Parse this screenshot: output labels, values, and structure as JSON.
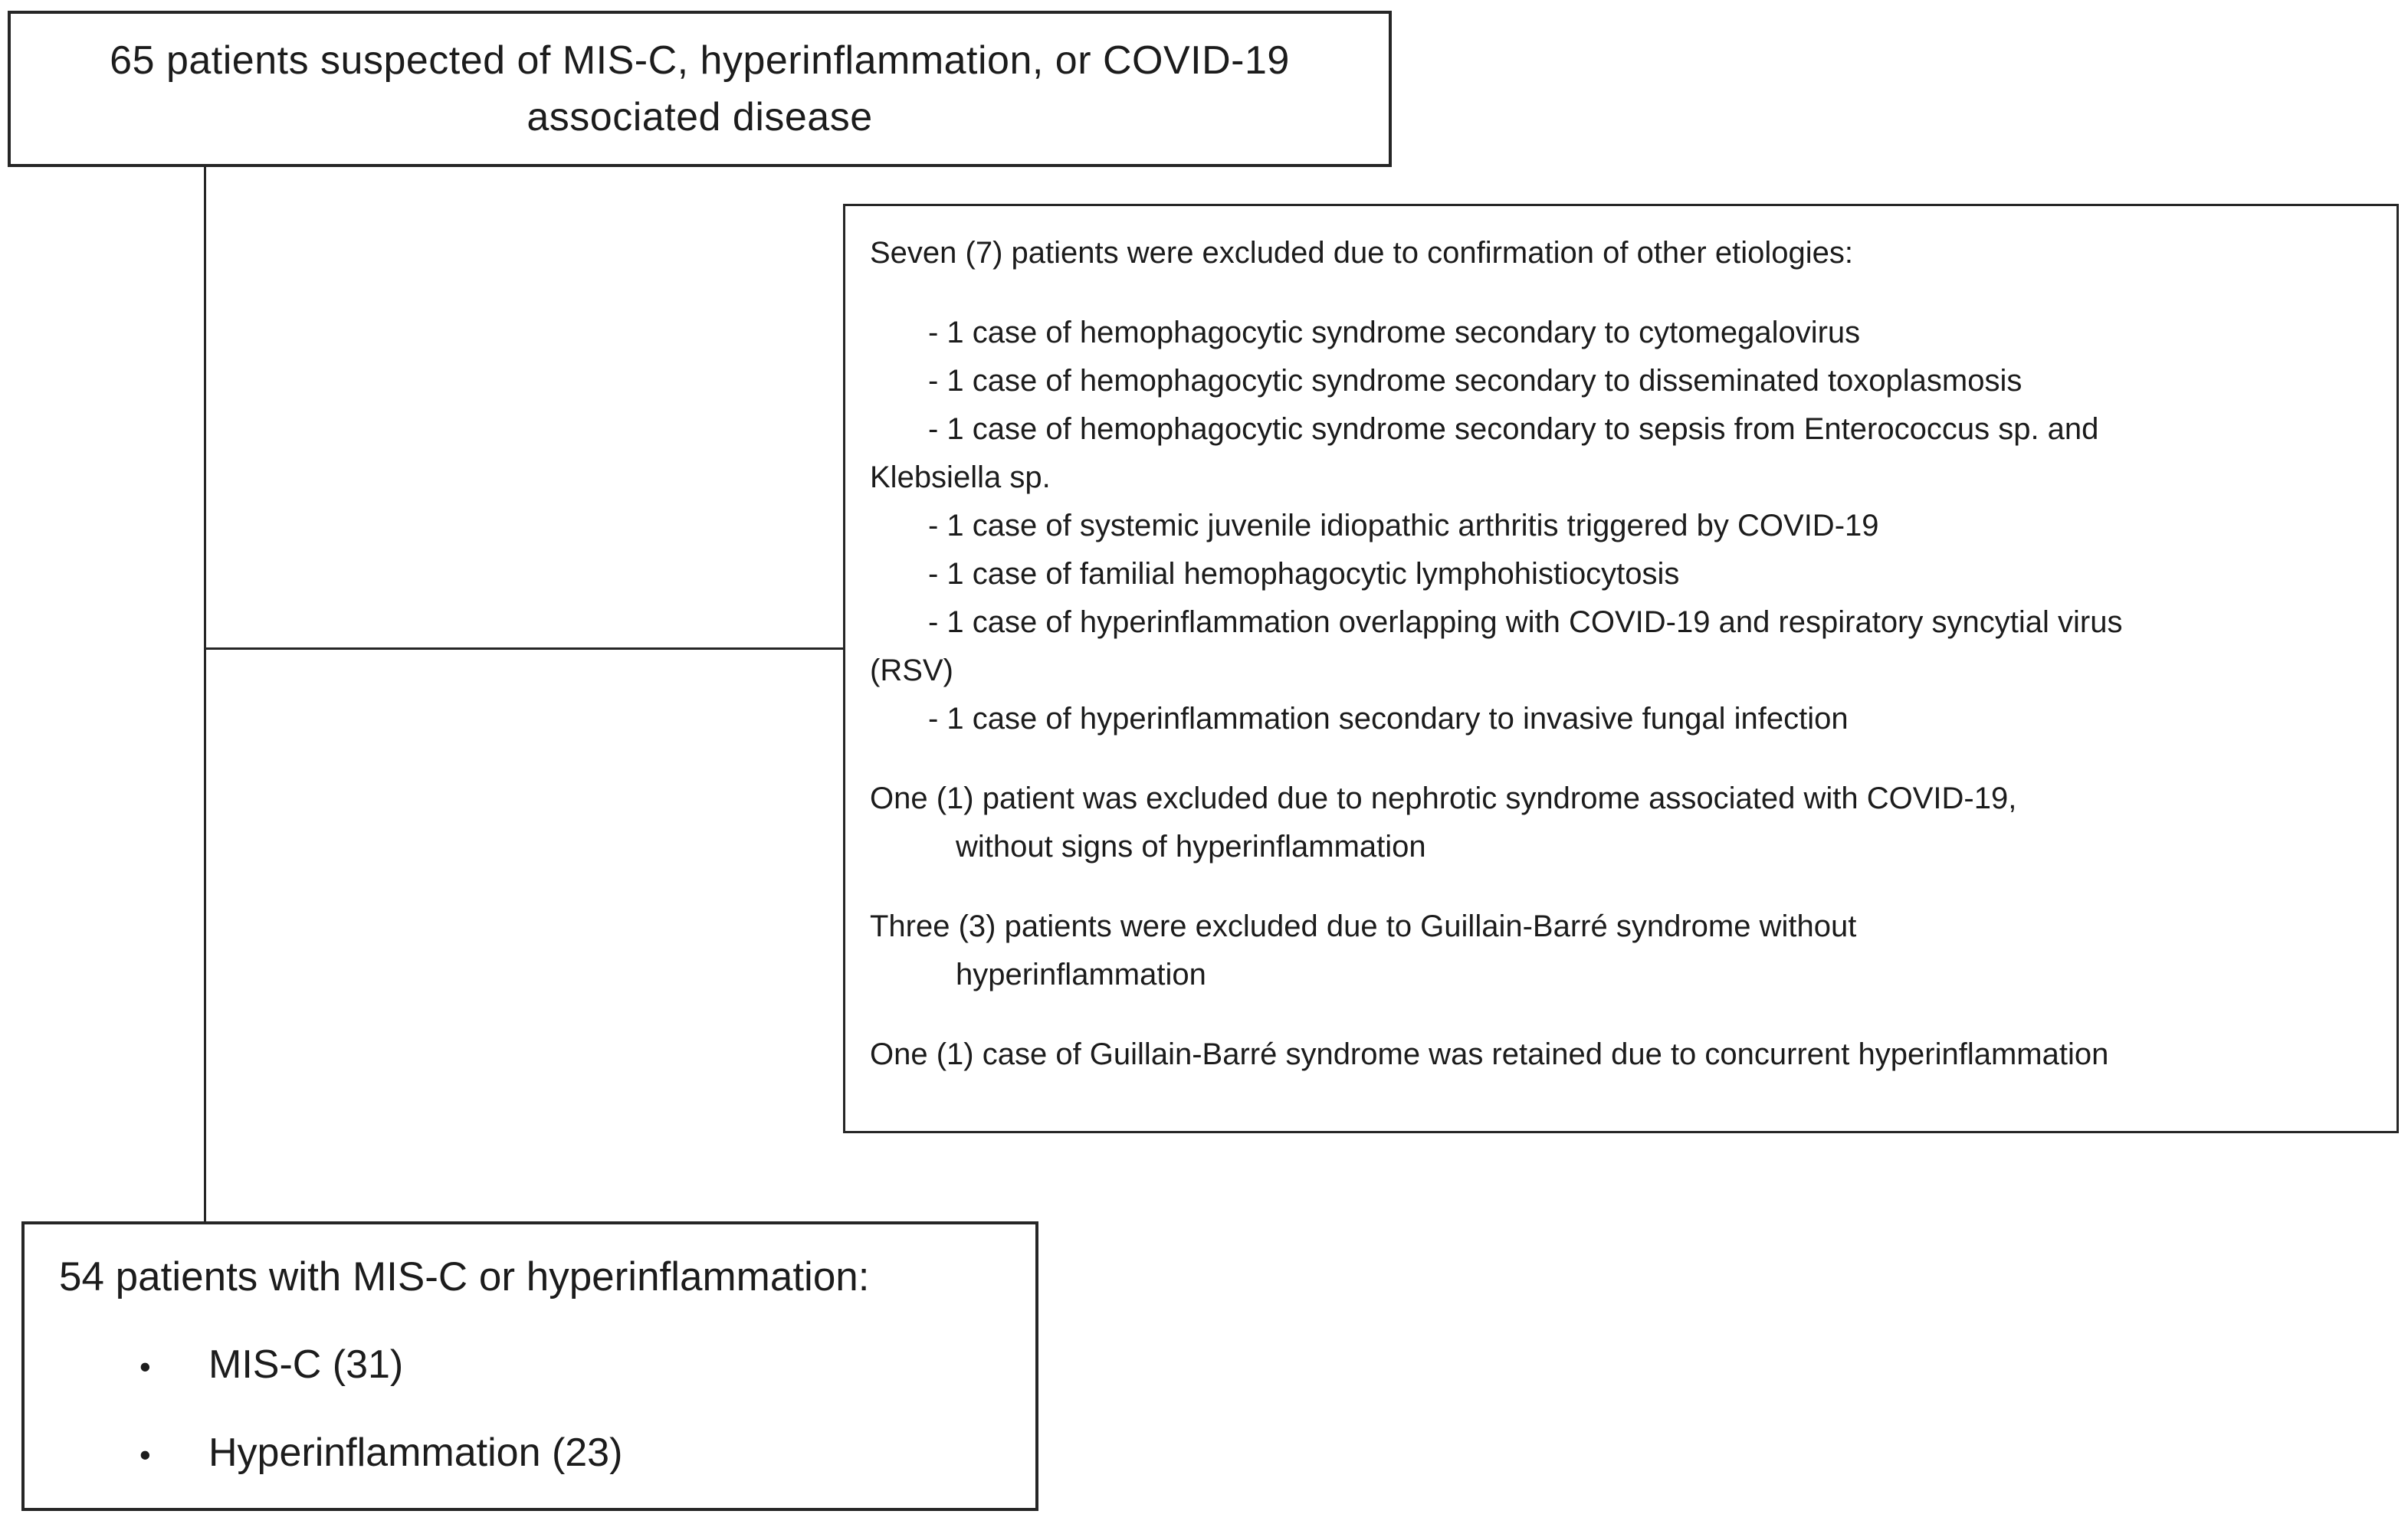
{
  "colors": {
    "text": "#1c1c1c",
    "border": "#262626",
    "background": "#ffffff"
  },
  "top_box": {
    "lines": [
      "65 patients suspected of MIS-C, hyperinflammation, or COVID-19",
      "associated disease"
    ]
  },
  "exclusion_box": {
    "intro": "Seven (7) patients were excluded due to confirmation of other etiologies:",
    "etiology_lines": [
      "- 1 case of hemophagocytic syndrome secondary to cytomegalovirus",
      "- 1 case of hemophagocytic syndrome secondary to disseminated toxoplasmosis",
      "- 1 case of hemophagocytic syndrome secondary to sepsis from Enterococcus sp. and",
      "Klebsiella sp.",
      "- 1 case of systemic juvenile idiopathic arthritis triggered by COVID-19",
      "- 1 case of familial hemophagocytic lymphohistiocytosis",
      "- 1 case of hyperinflammation overlapping with COVID-19 and respiratory syncytial virus",
      "(RSV)",
      "- 1 case of hyperinflammation secondary to invasive fungal infection"
    ],
    "nephrotic_lines": [
      "One (1) patient was excluded due to nephrotic syndrome associated with COVID-19,",
      "without signs of hyperinflammation"
    ],
    "gbs_excluded_lines": [
      "Three (3) patients were excluded due to Guillain-Barré syndrome without",
      "hyperinflammation"
    ],
    "gbs_retained": "One (1) case of Guillain-Barré syndrome was retained due to concurrent hyperinflammation"
  },
  "result_box": {
    "title": "54 patients with MIS-C or hyperinflammation:",
    "bullet_glyph": "•",
    "items": [
      "MIS-C (31)",
      "Hyperinflammation (23)"
    ]
  }
}
